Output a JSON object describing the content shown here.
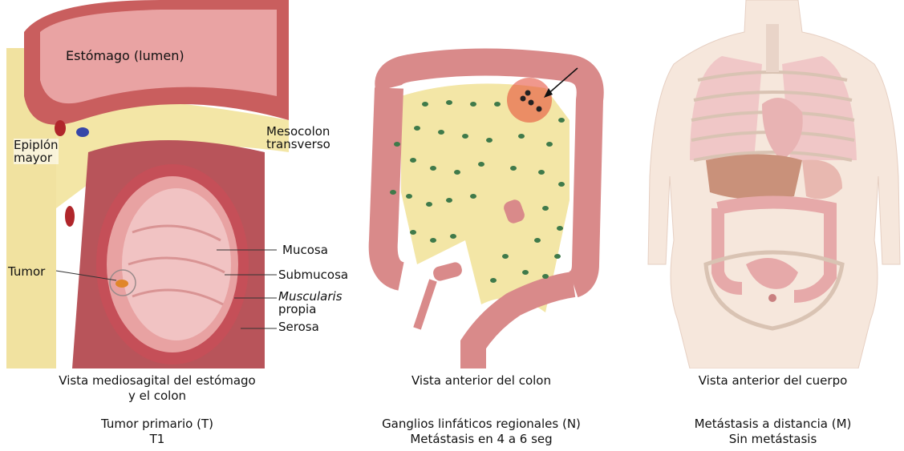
{
  "panels": [
    {
      "labels": {
        "stomach": "Estómago (lumen)",
        "mesocolon_line1": "Mesocolon",
        "mesocolon_line2": "transverso",
        "omentum_line1": "Epiplón",
        "omentum_line2": "mayor",
        "tumor": "Tumor",
        "mucosa": "Mucosa",
        "submucosa": "Submucosa",
        "muscularis_line1": "Muscularis",
        "muscularis_line2": "propia",
        "serosa": "Serosa"
      },
      "view_line1": "Vista mediosagital del estómago",
      "view_line2": "y el colon",
      "stage_title": "Tumor primario (T)",
      "stage_value": "T1"
    },
    {
      "view_line1": "Vista anterior del colon",
      "stage_title": "Ganglios linfáticos regionales (N)",
      "stage_value": "Metástasis en 4 a 6 seg"
    },
    {
      "view_line1": "Vista anterior del cuerpo",
      "stage_title": "Metástasis a distancia (M)",
      "stage_value": "Sin metástasis"
    }
  ],
  "colors": {
    "tissue_pink": "#d98a8a",
    "fat_yellow": "#f3e6a6",
    "lymph_green": "#3f7a4a",
    "tumor_orange": "#e0862a",
    "metastasis_red": "#e4442f"
  }
}
